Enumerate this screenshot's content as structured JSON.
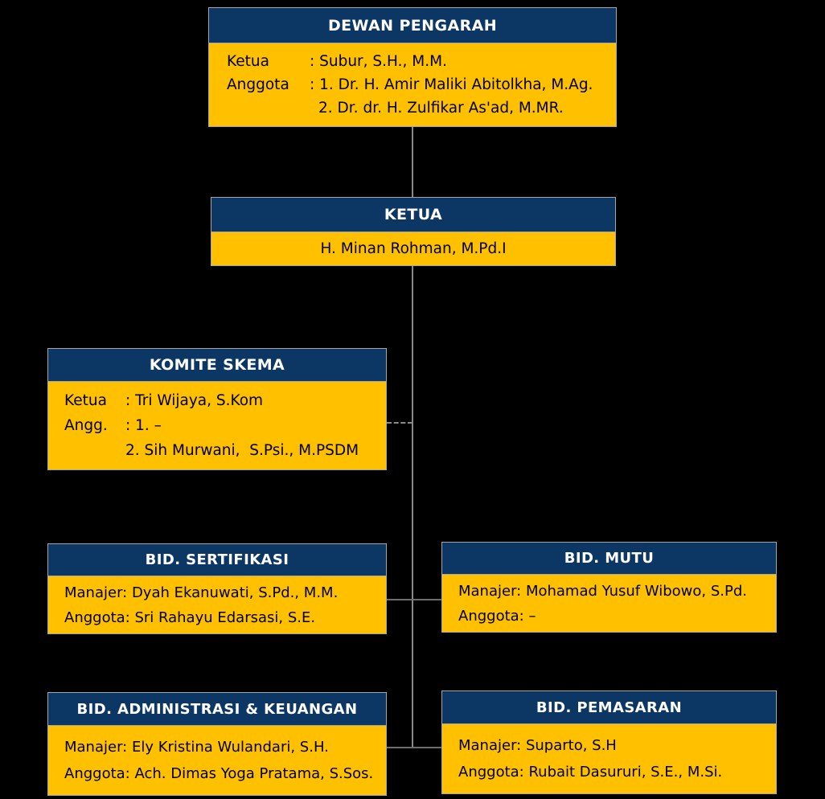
{
  "colors": {
    "background": "#000000",
    "header_blue": "#0C3663",
    "body_yellow": "#FFC000",
    "header_text": "#FFFFFF",
    "body_text": "#000000",
    "connector_gray": "#8A8A8A",
    "box_border": "#A6A6A6"
  },
  "nodes": {
    "dewan_pengarah": {
      "title": "DEWAN PENGARAH",
      "rows": [
        {
          "label": "Ketua",
          "sep": ": ",
          "value": "Subur, S.H., M.M."
        },
        {
          "label": "Anggota",
          "sep": ": ",
          "value": "1. Dr. H. Amir Maliki Abitolkha, M.Ag."
        },
        {
          "label": "",
          "sep": "",
          "value": "2. Dr. dr. H. Zulfikar As'ad, M.MR."
        }
      ]
    },
    "ketua": {
      "title": "KETUA",
      "name": "H. Minan Rohman, M.Pd.I"
    },
    "komite_skema": {
      "title": "KOMITE SKEMA",
      "rows": [
        {
          "label": "Ketua",
          "sep": ": ",
          "value": "Tri Wijaya, S.Kom"
        },
        {
          "label": "Angg.",
          "sep": ": ",
          "value": "1. –"
        },
        {
          "label": "",
          "sep": "",
          "value": "2. Sih Murwani,  S.Psi., M.PSDM"
        }
      ]
    },
    "bid_sertifikasi": {
      "title": "BID. SERTIFIKASI",
      "rows": [
        "Manajer: Dyah Ekanuwati, S.Pd., M.M.",
        "Anggota: Sri Rahayu Edarsasi, S.E."
      ]
    },
    "bid_mutu": {
      "title": "BID. MUTU",
      "rows": [
        "Manajer: Mohamad Yusuf Wibowo, S.Pd.",
        "Anggota: –"
      ]
    },
    "bid_administrasi_keuangan": {
      "title": "BID. ADMINISTRASI & KEUANGAN",
      "rows": [
        "Manajer: Ely Kristina Wulandari, S.H.",
        "Anggota: Ach. Dimas Yoga Pratama, S.Sos."
      ]
    },
    "bid_pemasaran": {
      "title": "BID. PEMASARAN",
      "rows": [
        "Manajer: Suparto, S.H",
        "Anggota: Rubait Dasururi, S.E., M.Si."
      ]
    }
  }
}
